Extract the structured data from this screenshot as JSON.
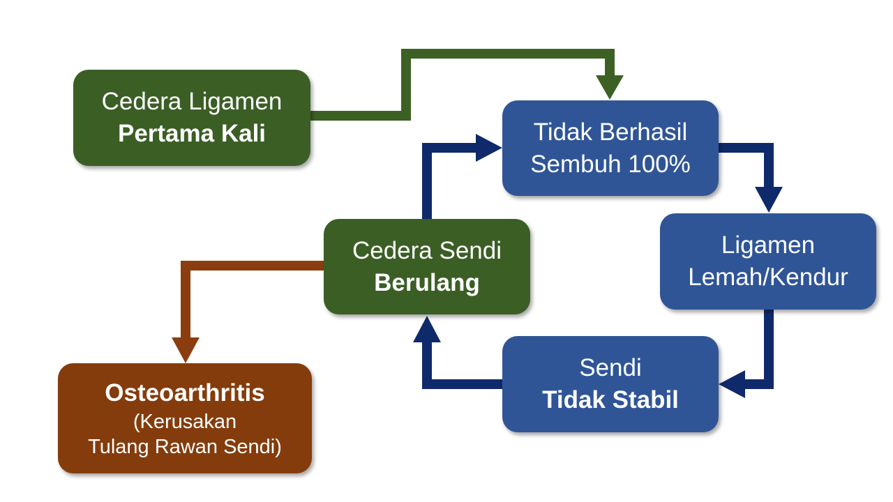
{
  "colors": {
    "green": "#3b5e25",
    "blue": "#2f5597",
    "brown": "#843c0c",
    "green_arrow": "#3d6124",
    "blue_arrow": "#0f2a6b",
    "brown_arrow": "#8b3d10"
  },
  "nodes": {
    "first_injury": {
      "line1": "Cedera Ligamen",
      "line2": "Pertama Kali"
    },
    "not_healed": {
      "line1": "Tidak Berhasil",
      "line2": "Sembuh 100%"
    },
    "weak_ligament": {
      "line1": "Ligamen",
      "line2": "Lemah/Kendur"
    },
    "unstable_joint": {
      "line1": "Sendi",
      "line2": "Tidak Stabil"
    },
    "repeat_injury": {
      "line1": "Cedera Sendi",
      "line2": "Berulang"
    },
    "osteoarthritis": {
      "line1": "Osteoarthritis",
      "line2": "(Kerusakan",
      "line3": "Tulang Rawan Sendi)"
    }
  },
  "edges": [
    {
      "from": "first_injury",
      "to": "not_healed"
    },
    {
      "from": "not_healed",
      "to": "weak_ligament"
    },
    {
      "from": "weak_ligament",
      "to": "unstable_joint"
    },
    {
      "from": "unstable_joint",
      "to": "repeat_injury"
    },
    {
      "from": "repeat_injury",
      "to": "not_healed"
    },
    {
      "from": "repeat_injury",
      "to": "osteoarthritis"
    }
  ]
}
